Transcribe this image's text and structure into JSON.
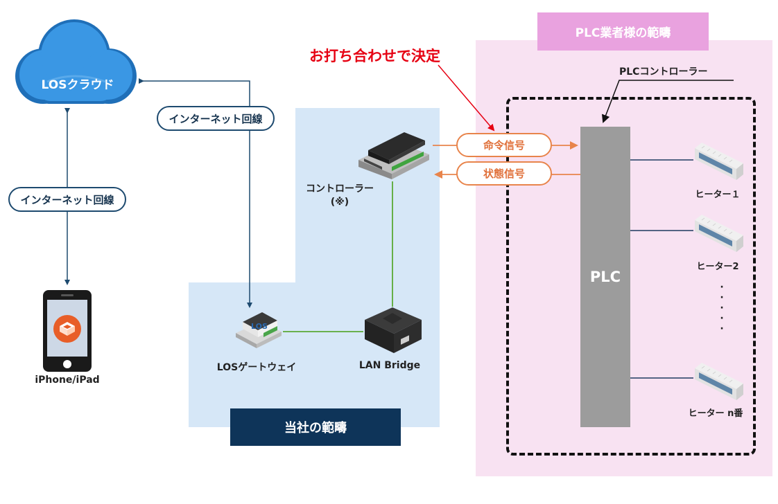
{
  "plc_zone": {
    "title": "PLC業者様の範疇"
  },
  "our_zone": {
    "title": "当社の範疇"
  },
  "cloud": {
    "label": "LOSクラウド"
  },
  "decision_note": "お打ち合わせで決定",
  "plc_controller_label": "PLCコントローラー",
  "internet_line_upper": "インターネット回線",
  "internet_line_left": "インターネット回線",
  "controller": {
    "label": "コントローラー",
    "note": "(※)"
  },
  "gateway": {
    "label": "LOSゲートウェイ",
    "device_text": "LOS"
  },
  "lan_bridge": {
    "label": "LAN Bridge"
  },
  "phone": {
    "label": "iPhone/iPad"
  },
  "signals": {
    "command": "命令信号",
    "status": "状態信号"
  },
  "plc": {
    "label": "PLC"
  },
  "heaters": [
    {
      "label": "ヒーター１"
    },
    {
      "label": "ヒーター2"
    },
    {
      "label": "ヒーター n番"
    }
  ],
  "colors": {
    "navy": "#0e3459",
    "light_blue_zone": "#d6e7f7",
    "pink_zone": "#f8e2f2",
    "pink_title": "#e9a2df",
    "orange": "#e8844b",
    "red": "#e60012",
    "cloud_blue": "#2a7cc7",
    "green_line": "#5aa935"
  }
}
